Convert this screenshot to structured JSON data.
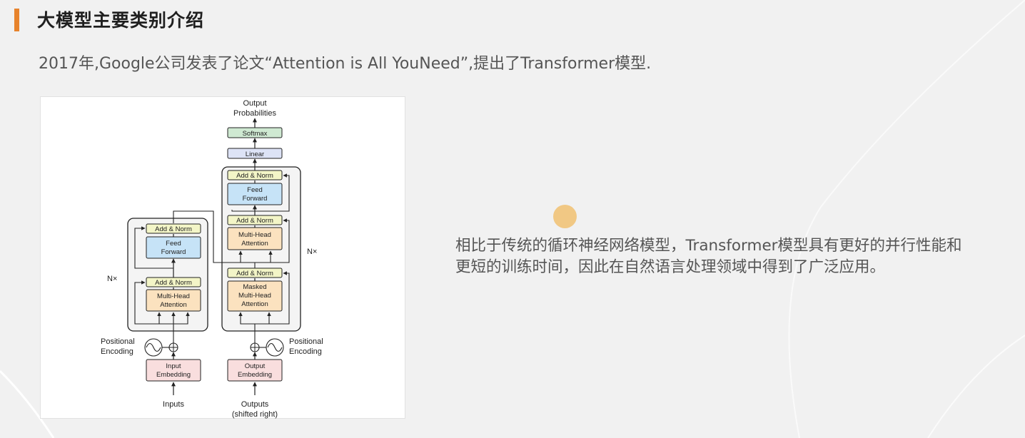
{
  "slide": {
    "title": "大模型主要类别介绍",
    "intro": "2017年,Google公司发表了论文“Attention is All YouNeed”,提出了Transformer模型.",
    "description_lines": [
      "相比于传统的循环神经网络模型，Transformer模型具有更好的并行性能和",
      "更短的训练时间，因此在自然语言处理领域中得到了广泛应用。"
    ],
    "colors": {
      "accent": "#e7832c",
      "dot": "#f1c884",
      "attention": "#fbe2bf",
      "feed_forward": "#c6e3f7",
      "add_norm": "#f3f5c7",
      "embedding": "#f9dede",
      "linear": "#dde3f6",
      "softmax": "#cfe9d2"
    }
  },
  "diagram": {
    "output_label_1": "Output",
    "output_label_2": "Probabilities",
    "softmax": "Softmax",
    "linear": "Linear",
    "add_norm": "Add & Norm",
    "feed": "Feed",
    "forward": "Forward",
    "multi": "Multi-Head",
    "attention": "Attention",
    "masked": "Masked",
    "nx": "N×",
    "positional": "Positional",
    "encoding": "Encoding",
    "input": "Input",
    "output": "Output",
    "embedding": "Embedding",
    "inputs": "Inputs",
    "outputs": "Outputs",
    "shifted": "(shifted right)",
    "icons": [
      "add-circle-icon",
      "sine-wave-icon",
      "arrow-icon"
    ]
  }
}
